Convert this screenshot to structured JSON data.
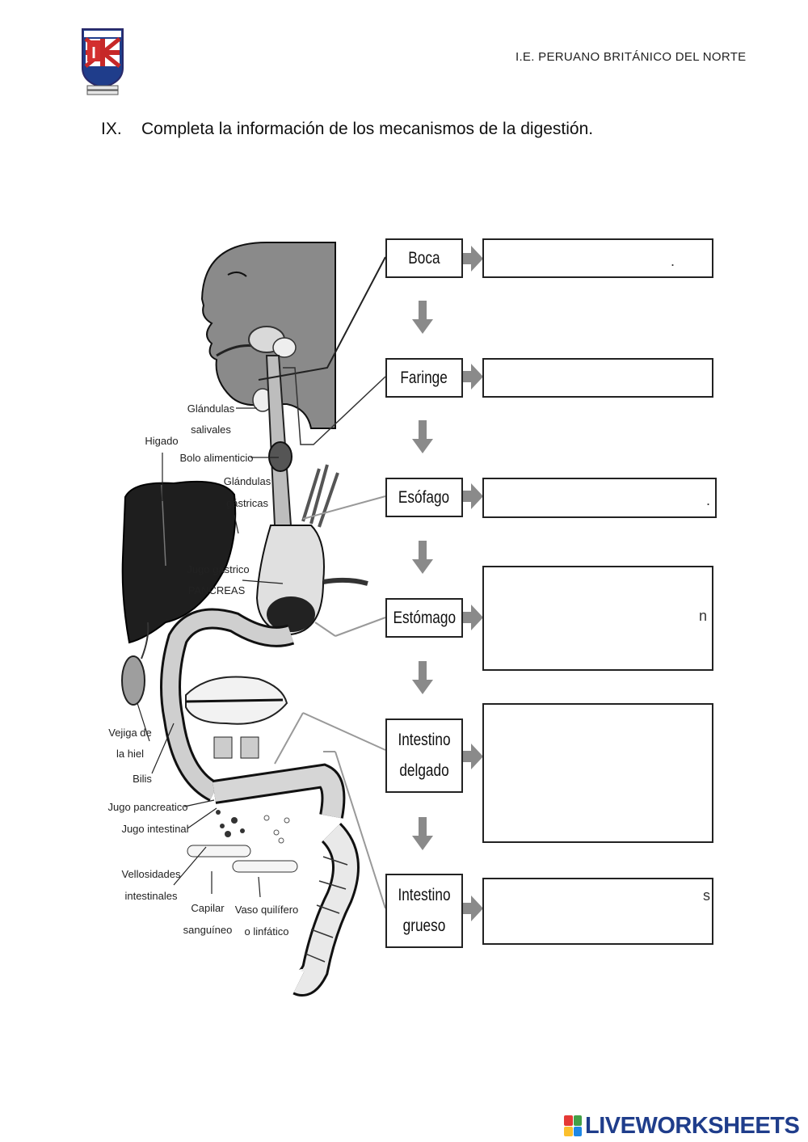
{
  "header": {
    "school_name": "I.E. PERUANO BRITÁNICO DEL NORTE",
    "logo_icon": "school-crest-icon"
  },
  "question": {
    "number": "IX.",
    "text": "Completa la información de los mecanismos de la digestión."
  },
  "stages": [
    {
      "label": "Boca",
      "answer_fragment": "."
    },
    {
      "label": "Faringe",
      "answer_fragment": ""
    },
    {
      "label": "Esófago",
      "answer_fragment": "."
    },
    {
      "label": "Estómago",
      "answer_fragment": "n"
    },
    {
      "label": "Intestino delgado",
      "answer_fragment": ""
    },
    {
      "label": "Intestino grueso",
      "answer_fragment": "s"
    }
  ],
  "diagram_labels": {
    "glandulas_salivales": "Glándulas salivales",
    "higado": "Higado",
    "bolo": "Bolo alimenticio",
    "glandulas_gastricas": "Glándulas gástricas",
    "jugo_gastrico": "Jugo gástrico",
    "pancreas": "PANCREAS",
    "vejiga": "Vejiga de la hiel",
    "bilis": "Bilis",
    "jugo_pancreatico": "Jugo pancreatico",
    "jugo_intestinal": "Jugo intestinal",
    "vellosidades": "Vellosidades intestinales",
    "capilar": "Capilar sanguíneo",
    "vaso": "Vaso quilífero o linfático"
  },
  "branding": {
    "name": "LIVEWORKSHEETS",
    "color": "#1f3d8b",
    "mark_colors": [
      "#e53935",
      "#43a047",
      "#fbc02d",
      "#1e88e5"
    ]
  }
}
